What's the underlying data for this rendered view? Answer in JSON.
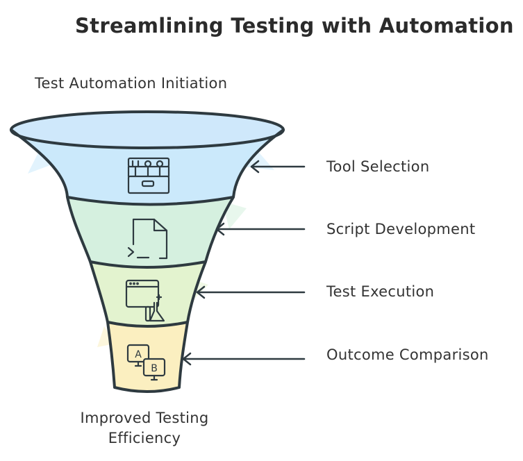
{
  "title": "Streamlining Testing with Automation",
  "top_label": "Test Automation Initiation",
  "bottom_label_line1": "Improved Testing",
  "bottom_label_line2": "Efficiency",
  "stages": [
    {
      "label": "Tool Selection",
      "icon": "toolbox-icon",
      "color": "#cbe9fb"
    },
    {
      "label": "Script Development",
      "icon": "script-file-icon",
      "color": "#d5f0df"
    },
    {
      "label": "Test Execution",
      "icon": "browser-test-icon",
      "color": "#e3f3cf"
    },
    {
      "label": "Outcome Comparison",
      "icon": "ab-comparison-icon",
      "color": "#fbefc0"
    }
  ],
  "colors": {
    "outline": "#2e3a40",
    "text": "#333333",
    "rim": "#cfe8fb"
  }
}
